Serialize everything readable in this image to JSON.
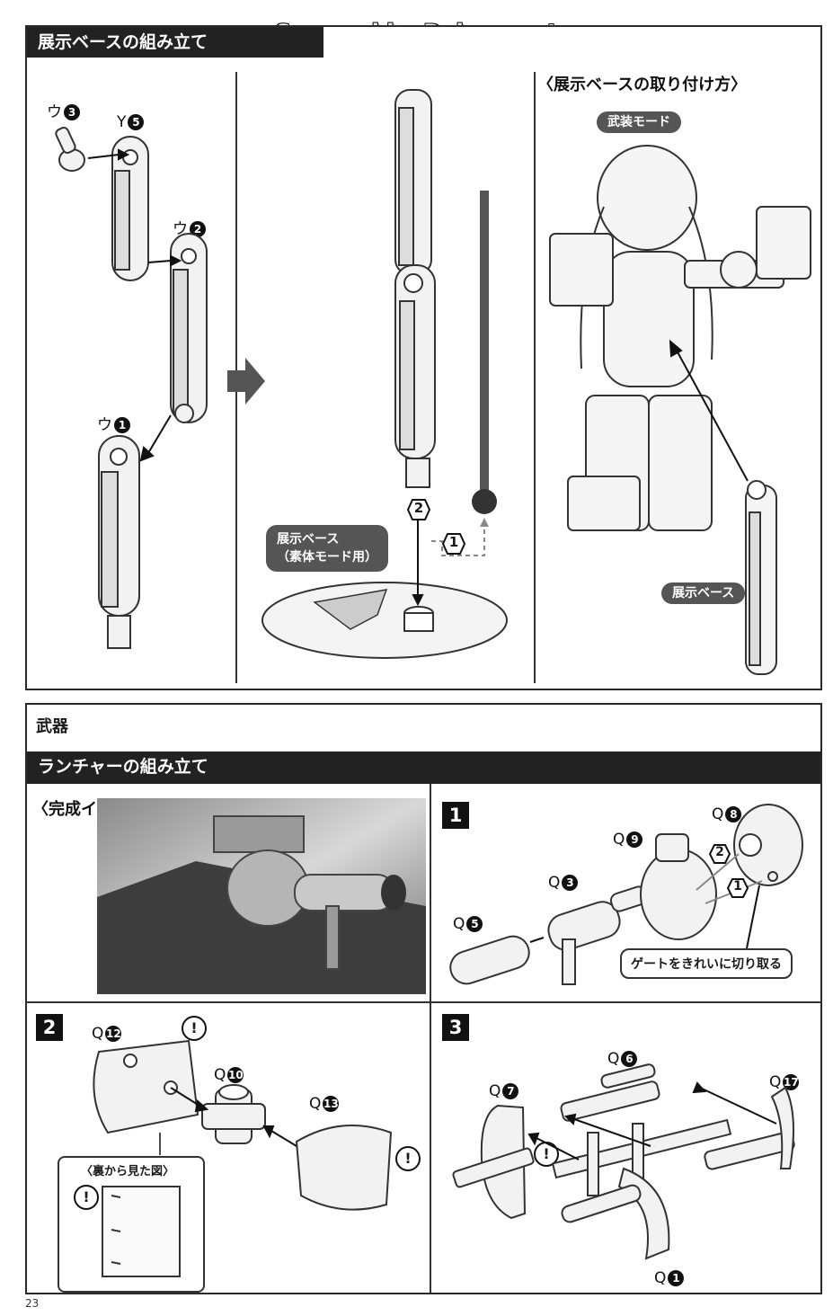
{
  "watermark": "Scanned by Dalong.net",
  "page_number": "23",
  "section1": {
    "title": "展示ベースの組み立て",
    "parts": {
      "u3": "ウ",
      "u3_num": "3",
      "y5": "Y",
      "y5_num": "5",
      "u2": "ウ",
      "u2_num": "2",
      "u1": "ウ",
      "u1_num": "1"
    },
    "step_badge_2": "2",
    "step_badge_1": "1",
    "base_label_line1": "展示ベース",
    "base_label_line2": "（素体モード用）",
    "attach_title": "〈展示ベースの取り付け方〉",
    "armed_mode": "武装モード",
    "base_tag": "展示ベース"
  },
  "section2": {
    "title": "武器",
    "subtitle": "ランチャーの組み立て",
    "complete_image": "〈完成イメージ〉",
    "step1": {
      "number": "1",
      "q8": "Q",
      "q8_num": "8",
      "q9": "Q",
      "q9_num": "9",
      "q3": "Q",
      "q3_num": "3",
      "q5": "Q",
      "q5_num": "5",
      "mark2": "2",
      "mark1": "1",
      "gate_note": "ゲートをきれいに切り取る"
    },
    "step2": {
      "number": "2",
      "q12": "Q",
      "q12_num": "12",
      "q10": "Q",
      "q10_num": "10",
      "q13": "Q",
      "q13_num": "13",
      "back_view": "〈裏から見た図〉",
      "excl": "!"
    },
    "step3": {
      "number": "3",
      "q6": "Q",
      "q6_num": "6",
      "q7": "Q",
      "q7_num": "7",
      "q17": "Q",
      "q17_num": "17",
      "q1": "Q",
      "q1_num": "1",
      "excl": "!"
    }
  }
}
